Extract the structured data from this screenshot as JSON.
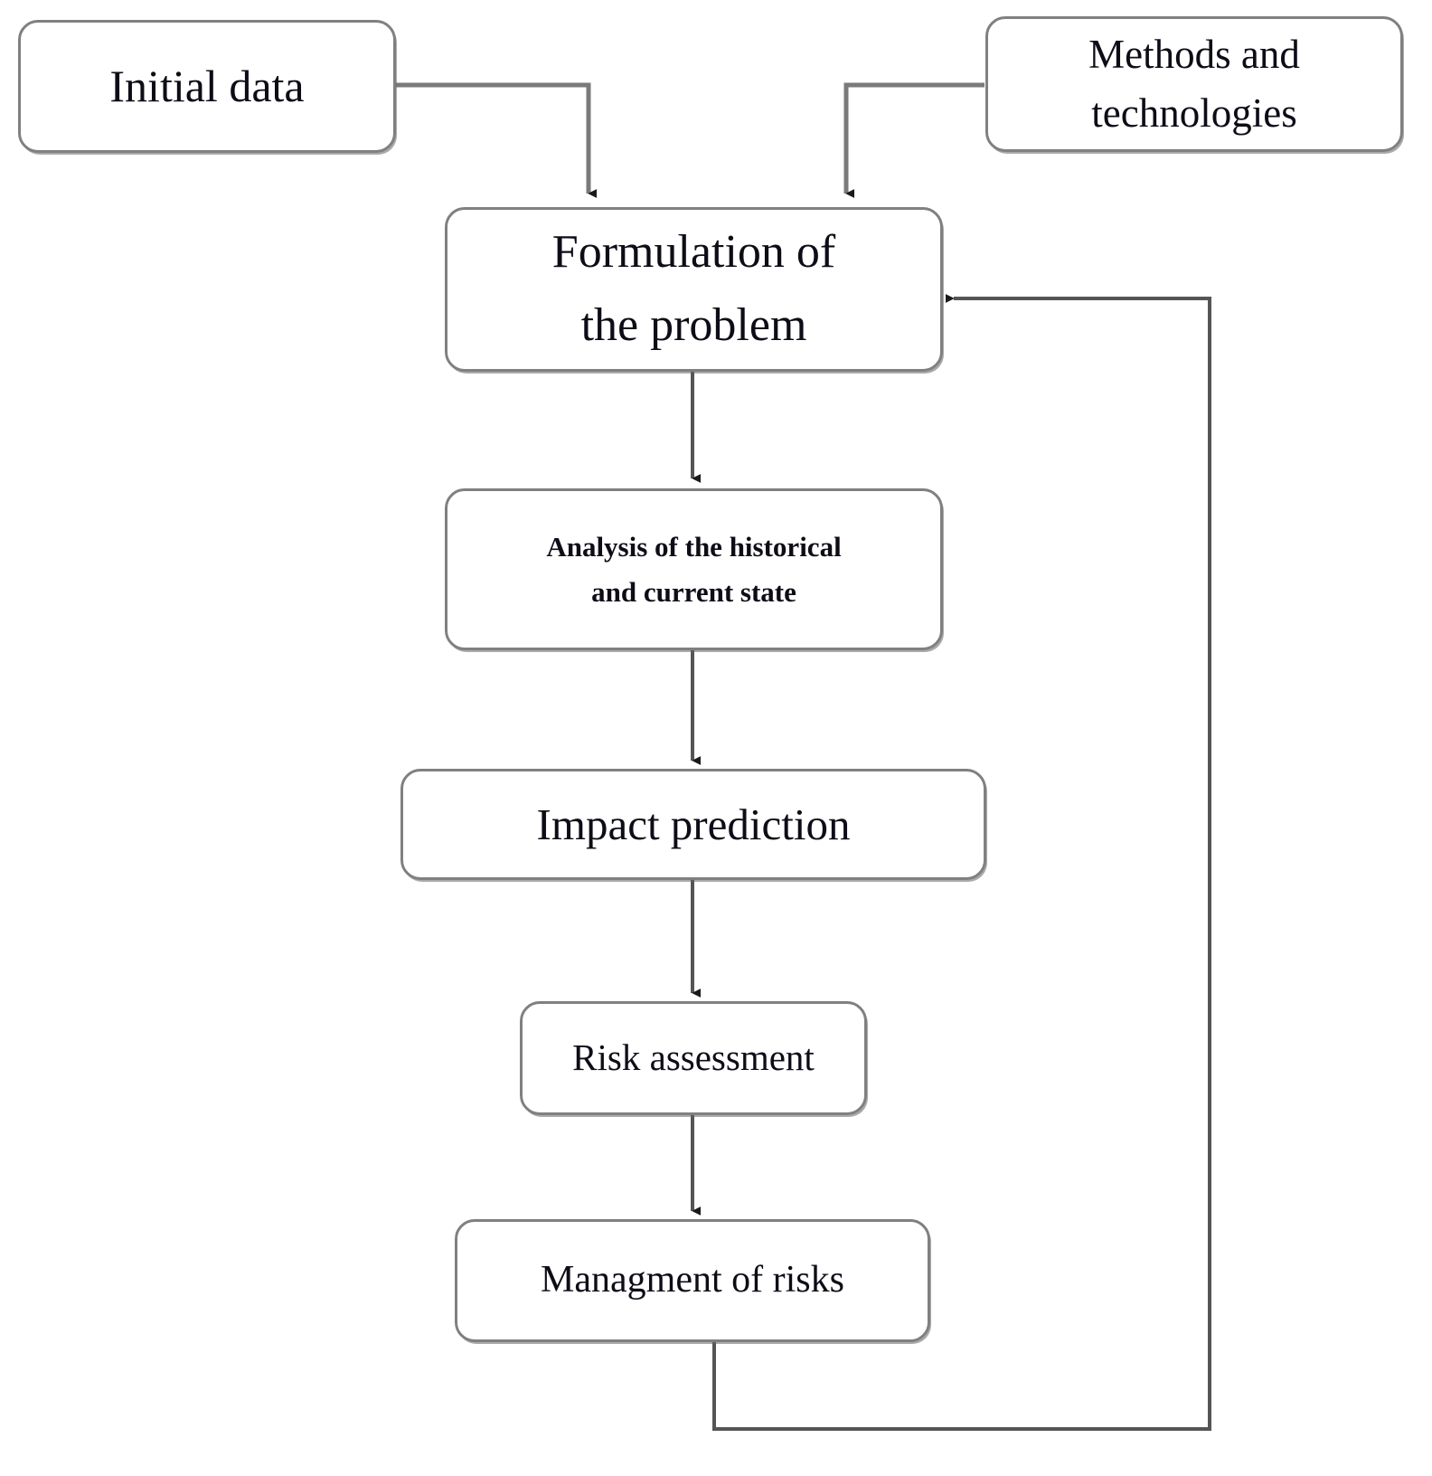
{
  "diagram": {
    "title": "Risk management process flowchart",
    "background_color": "#ffffff",
    "node_border_color": "#808080",
    "node_fill_color": "#ffffff",
    "text_color": "#0d0d17",
    "edge_color": "#5a5a5a"
  },
  "nodes": [
    {
      "id": "initial-data",
      "label": "Initial data"
    },
    {
      "id": "methods",
      "label": "Methods and\ntechnologies"
    },
    {
      "id": "formulation",
      "label": "Formulation of\nthe problem"
    },
    {
      "id": "analysis",
      "label": "Analysis of the historical\nand current state"
    },
    {
      "id": "impact",
      "label": "Impact prediction"
    },
    {
      "id": "risk",
      "label": "Risk assessment"
    },
    {
      "id": "management",
      "label": "Managment of risks"
    }
  ],
  "edges": [
    {
      "id": "edge-initial-to-formulation",
      "from": "initial-data",
      "to": "formulation",
      "kind": "elbow-right-down",
      "arrow": true
    },
    {
      "id": "edge-methods-to-formulation",
      "from": "methods",
      "to": "formulation",
      "kind": "elbow-left-down",
      "arrow": true
    },
    {
      "id": "edge-formulation-to-analysis",
      "from": "formulation",
      "to": "analysis",
      "kind": "straight-down",
      "arrow": true
    },
    {
      "id": "edge-analysis-to-impact",
      "from": "analysis",
      "to": "impact",
      "kind": "straight-down",
      "arrow": true
    },
    {
      "id": "edge-impact-to-risk",
      "from": "impact",
      "to": "risk",
      "kind": "straight-down",
      "arrow": true
    },
    {
      "id": "edge-risk-to-management",
      "from": "risk",
      "to": "management",
      "kind": "straight-down",
      "arrow": true
    },
    {
      "id": "edge-management-feedback",
      "from": "management",
      "to": "formulation",
      "kind": "feedback-loop",
      "arrow": true
    }
  ]
}
